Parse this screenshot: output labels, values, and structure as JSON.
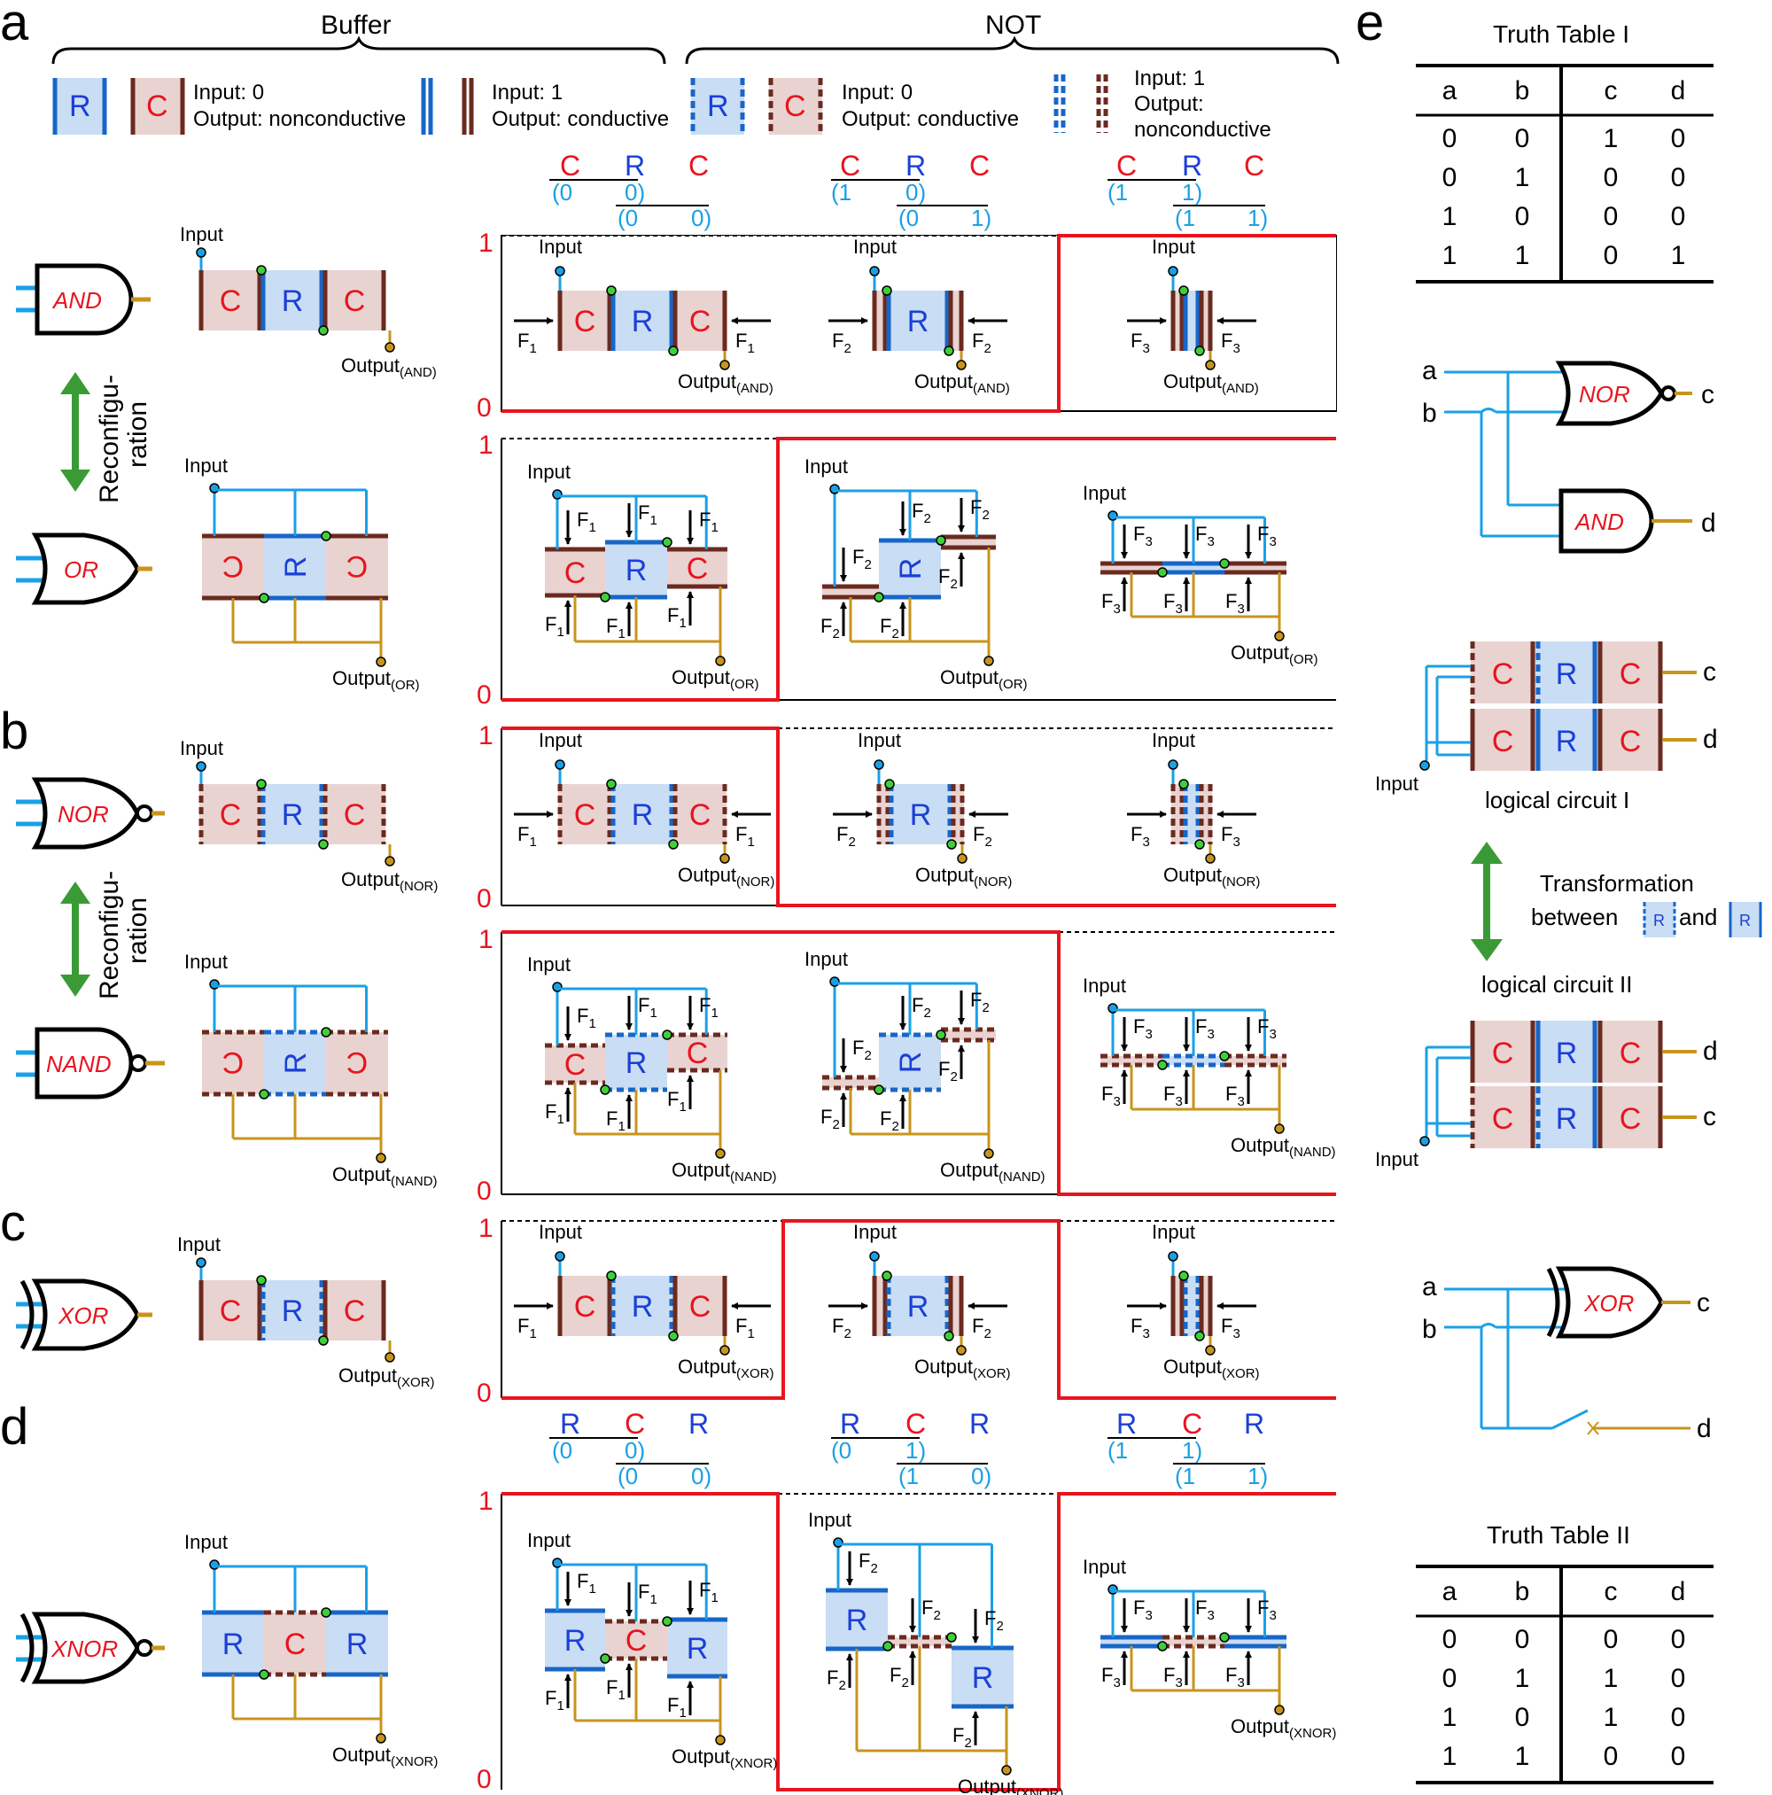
{
  "panels": {
    "a": "a",
    "b": "b",
    "c": "c",
    "d": "d",
    "e": "e"
  },
  "headers": {
    "buffer": "Buffer",
    "not": "NOT"
  },
  "legend": {
    "r": "R",
    "c": "C",
    "input0_label": "Input:   0",
    "output_nonconductive": "Output: nonconductive",
    "input1_label": "Input:   1",
    "output_conductive": "Output: conductive",
    "output_label": "Output:",
    "nonconductive": "nonconductive"
  },
  "gates": {
    "and": "AND",
    "or": "OR",
    "nor": "NOR",
    "nand": "NAND",
    "xor": "XOR",
    "xnor": "XNOR"
  },
  "reconfig": {
    "line1": "Reconfigu-",
    "line2": "ration"
  },
  "blocks": {
    "c": "C",
    "r": "R"
  },
  "labels": {
    "input": "Input",
    "output": "Output",
    "sub_and": "(AND)",
    "sub_or": "(OR)",
    "sub_nor": "(NOR)",
    "sub_nand": "(NAND)",
    "sub_xor": "(XOR)",
    "sub_xnor": "(XNOR)",
    "f": "F",
    "f1": "1",
    "f2": "2",
    "f3": "3"
  },
  "axis": {
    "one": "1",
    "zero": "0"
  },
  "sequences": {
    "top": [
      {
        "letters": [
          "C",
          "R",
          "C"
        ],
        "nums": [
          "0",
          "0",
          "0",
          "0"
        ]
      },
      {
        "letters": [
          "C",
          "R",
          "C"
        ],
        "nums": [
          "1",
          "0",
          "0",
          "1"
        ]
      },
      {
        "letters": [
          "C",
          "R",
          "C"
        ],
        "nums": [
          "1",
          "1",
          "1",
          "1"
        ]
      }
    ],
    "bottom": [
      {
        "letters": [
          "R",
          "C",
          "R"
        ],
        "nums": [
          "0",
          "0",
          "0",
          "0"
        ]
      },
      {
        "letters": [
          "R",
          "C",
          "R"
        ],
        "nums": [
          "0",
          "1",
          "1",
          "0"
        ]
      },
      {
        "letters": [
          "R",
          "C",
          "R"
        ],
        "nums": [
          "1",
          "1",
          "1",
          "1"
        ]
      }
    ]
  },
  "truth_table_1": {
    "title": "Truth Table I",
    "headers": [
      "a",
      "b",
      "c",
      "d"
    ],
    "rows": [
      [
        "0",
        "0",
        "1",
        "0"
      ],
      [
        "0",
        "1",
        "0",
        "0"
      ],
      [
        "1",
        "0",
        "0",
        "0"
      ],
      [
        "1",
        "1",
        "0",
        "1"
      ]
    ]
  },
  "truth_table_2": {
    "title": "Truth Table II",
    "headers": [
      "a",
      "b",
      "c",
      "d"
    ],
    "rows": [
      [
        "0",
        "0",
        "0",
        "0"
      ],
      [
        "0",
        "1",
        "1",
        "0"
      ],
      [
        "1",
        "0",
        "1",
        "0"
      ],
      [
        "1",
        "1",
        "0",
        "0"
      ]
    ]
  },
  "circuit_e": {
    "a": "a",
    "b": "b",
    "c": "c",
    "d": "d",
    "nor": "NOR",
    "and": "AND",
    "xor": "XOR",
    "lc1": "logical circuit I",
    "lc2": "logical circuit II",
    "transform1": "Transformation",
    "transform2": "between",
    "and_word": "and",
    "input": "Input"
  },
  "colors": {
    "c_fill": "#e9d3d1",
    "r_fill": "#c9ddf4",
    "c_line": "#6b2a1f",
    "r_line": "#1766c8",
    "red": "#e8141e",
    "wire_blue": "#1aa0e6",
    "wire_gold": "#c8951c",
    "green": "#3a9a35",
    "node_green": "#3fcf3a"
  }
}
